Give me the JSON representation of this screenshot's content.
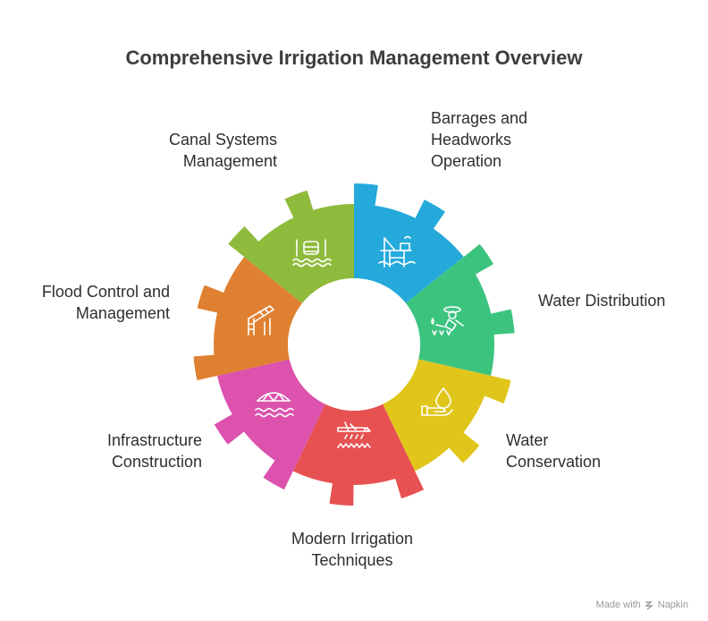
{
  "title": "Comprehensive Irrigation Management Overview",
  "segments": [
    {
      "key": "canal",
      "label": "Canal Systems\nManagement",
      "color": "#25a9db",
      "icon": "canal-gate-icon"
    },
    {
      "key": "barrages",
      "label": "Barrages and\nHeadworks\nOperation",
      "color": "#3cc47f",
      "icon": "offshore-platform-icon"
    },
    {
      "key": "distribution",
      "label": "Water Distribution",
      "color": "#e0c51a",
      "icon": "farmer-watering-icon"
    },
    {
      "key": "conservation",
      "label": "Water\nConservation",
      "color": "#e75151",
      "icon": "water-drop-hand-icon"
    },
    {
      "key": "modern",
      "label": "Modern Irrigation\nTechniques",
      "color": "#dc52ad",
      "icon": "crop-duster-plane-icon"
    },
    {
      "key": "infrastructure",
      "label": "Infrastructure\nConstruction",
      "color": "#e08031",
      "icon": "bridge-icon"
    },
    {
      "key": "flood",
      "label": "Flood Control and\nManagement",
      "color": "#8fbb3d",
      "icon": "water-slide-icon"
    }
  ],
  "footer": {
    "made_with": "Made with",
    "brand": "Napkin"
  }
}
